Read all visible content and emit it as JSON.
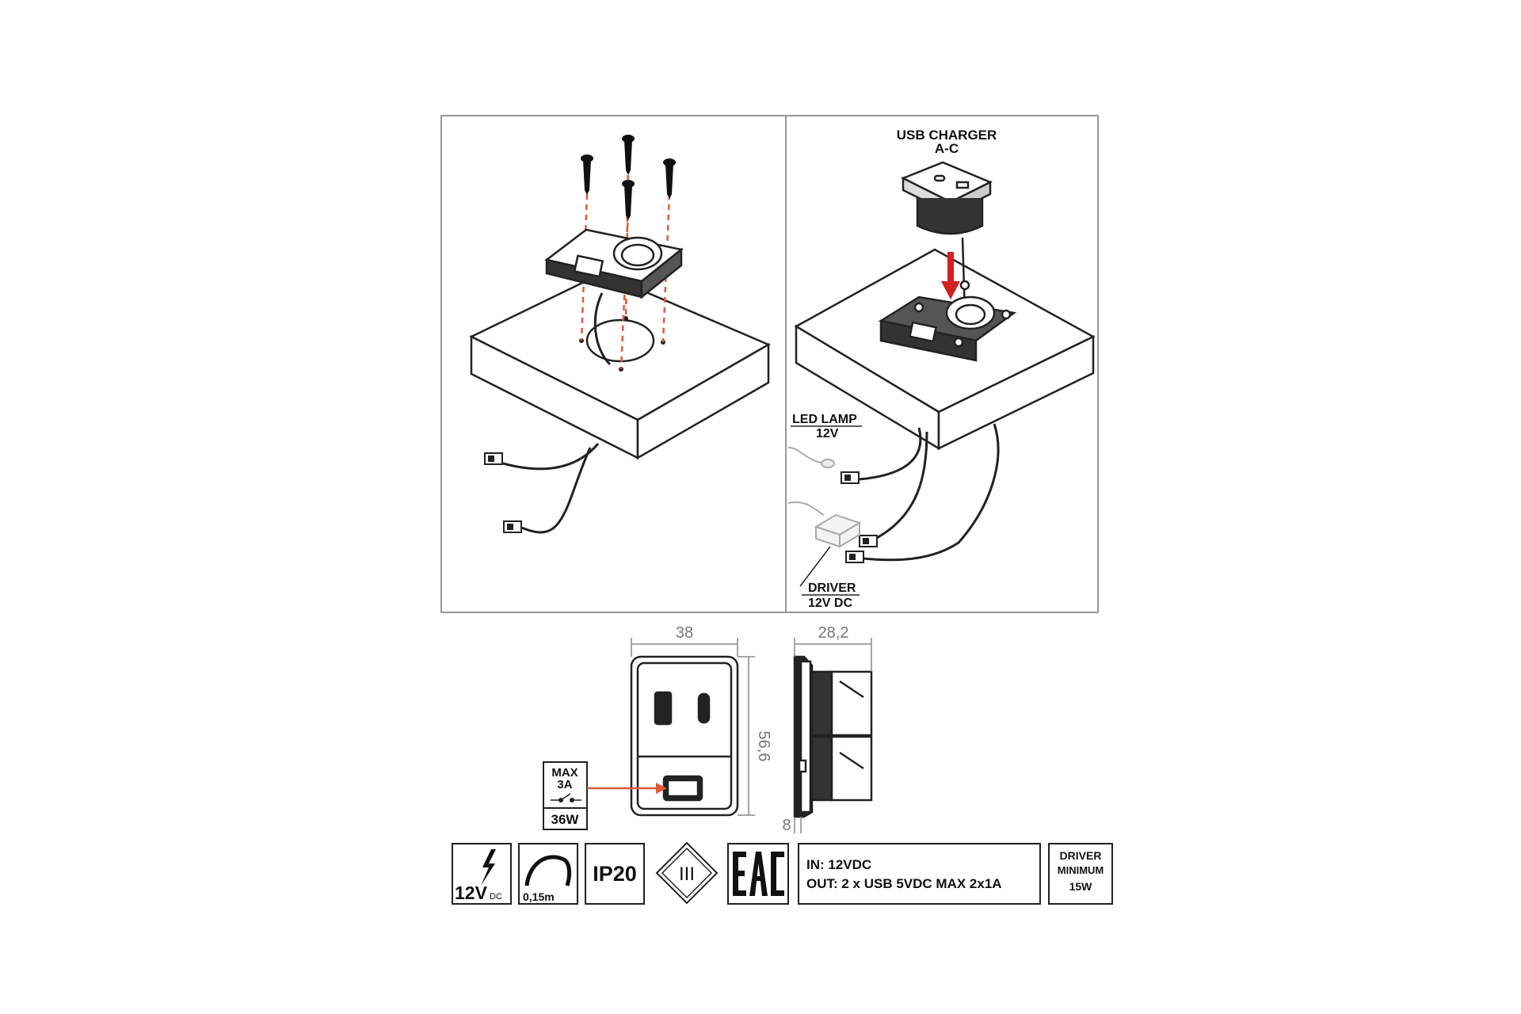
{
  "panel_right": {
    "usb_title_line1": "USB CHARGER",
    "usb_title_line2": "A-C",
    "led_line1": "LED LAMP",
    "led_line2": "12V",
    "driver_line1": "DRIVER",
    "driver_line2": "12V DC"
  },
  "dimensions": {
    "width": "38",
    "depth": "28,2",
    "height": "56,6",
    "flange": "8"
  },
  "switch_rating": {
    "line1": "MAX",
    "line2": "3A",
    "watt": "36W"
  },
  "icons": {
    "voltage": "12V",
    "voltage_sub": "DC",
    "cable": "0,15m",
    "ip": "IP20",
    "class": "III",
    "cert": "EAC",
    "spec_in": "IN: 12VDC",
    "spec_out": "OUT: 2 x USB 5VDC  MAX 2x1A",
    "driver_line1": "DRIVER",
    "driver_line2": "MINIMUM",
    "driver_line3": "15W"
  },
  "colors": {
    "dashed_guide": "#e05a3a",
    "insert_arrow": "#d42020",
    "line": "#222222"
  }
}
